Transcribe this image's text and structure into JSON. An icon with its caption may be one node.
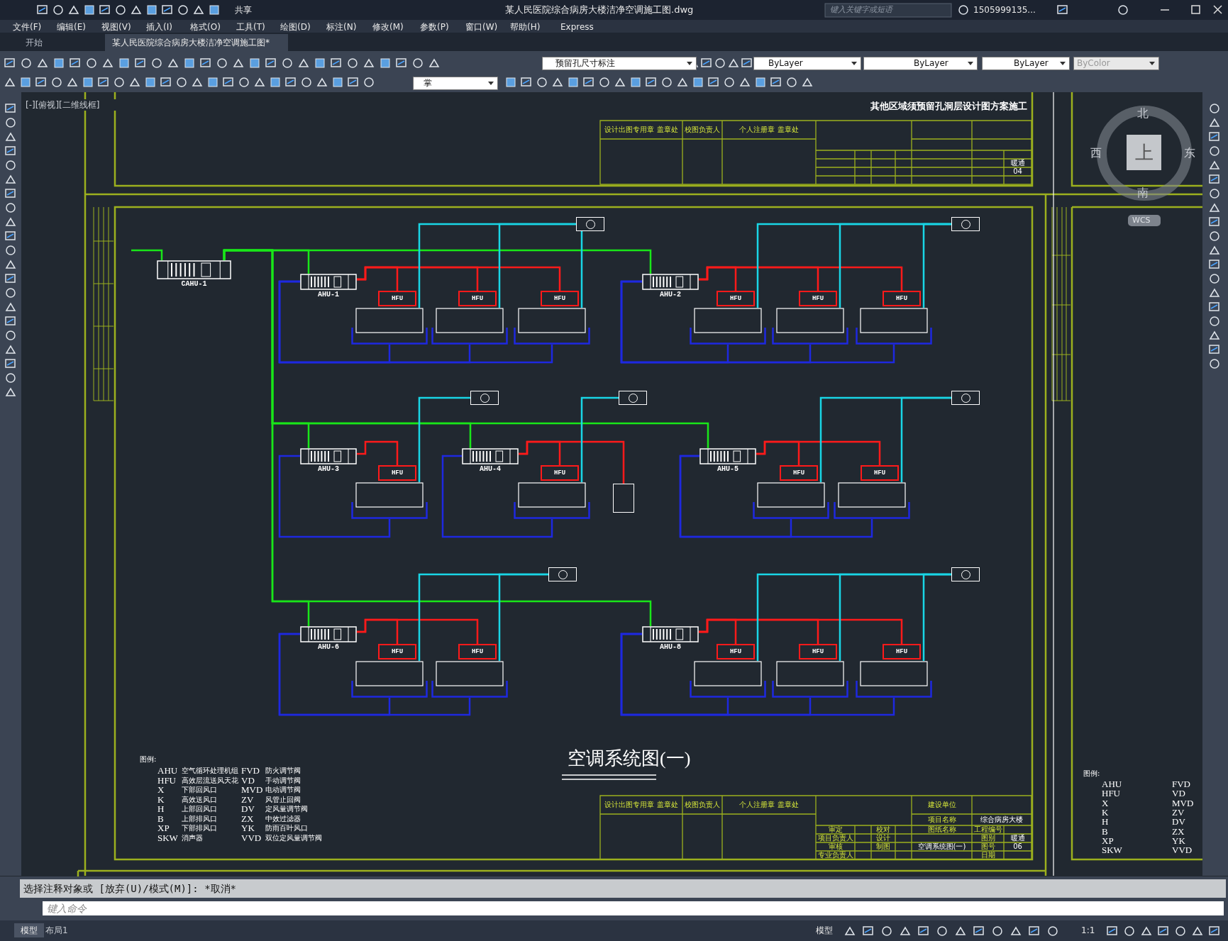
{
  "diagram": {
    "title": "空调系统图(一)",
    "nodes": [
      {
        "text": [
          "CAHU-1"
        ]
      },
      {
        "text": [
          "AHU-1"
        ]
      },
      {
        "text": [
          "AHU-2"
        ]
      },
      {
        "text": [
          "AHU-3"
        ]
      },
      {
        "text": [
          "AHU-4"
        ]
      },
      {
        "text": [
          "AHU-5"
        ]
      },
      {
        "text": [
          "AHU-6"
        ]
      },
      {
        "text": [
          "AHU-8"
        ]
      },
      {
        "text": [
          "HFU"
        ]
      },
      {
        "text": [
          "HFU"
        ]
      },
      {
        "text": [
          "HFU"
        ]
      },
      {
        "text": [
          "HFU"
        ]
      },
      {
        "text": [
          "HFU"
        ]
      },
      {
        "text": [
          "HFU"
        ]
      },
      {
        "text": [
          "HFU"
        ]
      },
      {
        "text": [
          "HFU"
        ]
      },
      {
        "text": [
          "HFU"
        ]
      },
      {
        "text": [
          "HFU"
        ]
      },
      {
        "text": [
          "HFU"
        ]
      },
      {
        "text": [
          "HFU"
        ]
      },
      {
        "text": [
          "HFU"
        ]
      },
      {
        "text": [
          "HFU"
        ]
      },
      {
        "text": [
          "HFU"
        ]
      },
      {
        "text": [],
        "shape": "box"
      },
      {
        "text": [],
        "shape": "box"
      },
      {
        "text": [],
        "shape": "box"
      },
      {
        "text": [],
        "shape": "box"
      },
      {
        "text": [],
        "shape": "box"
      },
      {
        "text": [],
        "shape": "box"
      },
      {
        "text": [],
        "shape": "box"
      },
      {
        "text": [],
        "shape": "box"
      },
      {
        "text": [],
        "shape": "box"
      },
      {
        "text": [],
        "shape": "box"
      },
      {
        "text": [],
        "shape": "box"
      },
      {
        "text": [],
        "shape": "box"
      },
      {
        "text": [],
        "shape": "box"
      },
      {
        "text": [],
        "shape": "box"
      },
      {
        "text": [],
        "shape": "box"
      },
      {
        "text": [],
        "shape": "box"
      },
      {
        "text": [],
        "shape": "box"
      },
      {
        "text": [],
        "shape": "box"
      },
      {
        "text": [],
        "shape": "box"
      },
      {
        "text": [],
        "shape": "box"
      },
      {
        "text": [],
        "shape": "box"
      },
      {
        "text": [],
        "shape": "box"
      },
      {
        "text": [],
        "shape": "box"
      }
    ],
    "edges": [
      {
        "from": 0,
        "to": 1,
        "arrow": "none",
        "color": "#19e619"
      },
      {
        "from": 0,
        "to": 2,
        "arrow": "none",
        "color": "#19e619"
      },
      {
        "from": 0,
        "to": 3,
        "arrow": "none",
        "color": "#19e619"
      },
      {
        "from": 0,
        "to": 4,
        "arrow": "none",
        "color": "#19e619"
      },
      {
        "from": 0,
        "to": 5,
        "arrow": "none",
        "color": "#19e619"
      },
      {
        "from": 0,
        "to": 6,
        "arrow": "none",
        "color": "#19e619"
      },
      {
        "from": 0,
        "to": 7,
        "arrow": "none",
        "color": "#19e619"
      },
      {
        "from": 1,
        "to": 8,
        "arrow": "none"
      },
      {
        "from": 1,
        "to": 9,
        "arrow": "none"
      },
      {
        "from": 1,
        "to": 10,
        "arrow": "none"
      },
      {
        "from": 2,
        "to": 11,
        "arrow": "none"
      },
      {
        "from": 2,
        "to": 12,
        "arrow": "none"
      },
      {
        "from": 2,
        "to": 13,
        "arrow": "none"
      },
      {
        "from": 3,
        "to": 14,
        "arrow": "none"
      },
      {
        "from": 4,
        "to": 15,
        "arrow": "none"
      },
      {
        "from": 5,
        "to": 16,
        "arrow": "none"
      },
      {
        "from": 5,
        "to": 17,
        "arrow": "none"
      },
      {
        "from": 6,
        "to": 18,
        "arrow": "none"
      },
      {
        "from": 6,
        "to": 19,
        "arrow": "none"
      },
      {
        "from": 7,
        "to": 20,
        "arrow": "none"
      },
      {
        "from": 7,
        "to": 21,
        "arrow": "none"
      },
      {
        "from": 7,
        "to": 22,
        "arrow": "none"
      },
      {
        "from": 4,
        "to": 45,
        "arrow": "none"
      },
      {
        "from": 23,
        "to": 38,
        "arrow": "none",
        "color": "#19d6e6"
      },
      {
        "from": 24,
        "to": 38,
        "arrow": "none",
        "color": "#19d6e6"
      },
      {
        "from": 25,
        "to": 38,
        "arrow": "none",
        "color": "#19d6e6"
      },
      {
        "from": 26,
        "to": 39,
        "arrow": "none",
        "color": "#19d6e6"
      },
      {
        "from": 27,
        "to": 39,
        "arrow": "none",
        "color": "#19d6e6"
      },
      {
        "from": 28,
        "to": 39,
        "arrow": "none",
        "color": "#19d6e6"
      },
      {
        "from": 29,
        "to": 40,
        "arrow": "none",
        "color": "#19d6e6"
      },
      {
        "from": 30,
        "to": 41,
        "arrow": "none",
        "color": "#19d6e6"
      },
      {
        "from": 31,
        "to": 42,
        "arrow": "none",
        "color": "#19d6e6"
      },
      {
        "from": 32,
        "to": 42,
        "arrow": "none",
        "color": "#19d6e6"
      },
      {
        "from": 33,
        "to": 43,
        "arrow": "none",
        "color": "#19d6e6"
      },
      {
        "from": 34,
        "to": 43,
        "arrow": "none",
        "color": "#19d6e6"
      },
      {
        "from": 35,
        "to": 44,
        "arrow": "none",
        "color": "#19d6e6"
      },
      {
        "from": 36,
        "to": 44,
        "arrow": "none",
        "color": "#19d6e6"
      },
      {
        "from": 37,
        "to": 44,
        "arrow": "none",
        "color": "#19d6e6"
      },
      {
        "from": 23,
        "to": 1,
        "arrow": "none",
        "color": "#1e28e0"
      },
      {
        "from": 24,
        "to": 1,
        "arrow": "none",
        "color": "#1e28e0"
      },
      {
        "from": 25,
        "to": 1,
        "arrow": "none",
        "color": "#1e28e0"
      },
      {
        "from": 26,
        "to": 2,
        "arrow": "none",
        "color": "#1e28e0"
      },
      {
        "from": 27,
        "to": 2,
        "arrow": "none",
        "color": "#1e28e0"
      },
      {
        "from": 28,
        "to": 2,
        "arrow": "none",
        "color": "#1e28e0"
      },
      {
        "from": 29,
        "to": 3,
        "arrow": "none",
        "color": "#1e28e0"
      },
      {
        "from": 30,
        "to": 4,
        "arrow": "none",
        "color": "#1e28e0"
      },
      {
        "from": 31,
        "to": 5,
        "arrow": "none",
        "color": "#1e28e0"
      },
      {
        "from": 32,
        "to": 5,
        "arrow": "none",
        "color": "#1e28e0"
      },
      {
        "from": 33,
        "to": 6,
        "arrow": "none",
        "color": "#1e28e0"
      },
      {
        "from": 34,
        "to": 6,
        "arrow": "none",
        "color": "#1e28e0"
      },
      {
        "from": 35,
        "to": 7,
        "arrow": "none",
        "color": "#1e28e0"
      },
      {
        "from": 36,
        "to": 7,
        "arrow": "none",
        "color": "#1e28e0"
      },
      {
        "from": 37,
        "to": 7,
        "arrow": "none",
        "color": "#1e28e0"
      }
    ],
    "labels": [
      "共享",
      "某人民医院综合病房大楼洁净空调施工图.dwg",
      "键入关键字或短语",
      "1505999135...",
      "文件(F)",
      "编辑(E)",
      "视图(V)",
      "插入(I)",
      "格式(O)",
      "工具(T)",
      "绘图(D)",
      "标注(N)",
      "修改(M)",
      "参数(P)",
      "窗口(W)",
      "帮助(H)",
      "Express",
      "开始",
      "某人民医院综合病房大楼洁净空调施工图*",
      "预留孔尺寸标注",
      "ByLayer",
      "ByLayer",
      "ByLayer",
      "ByColor",
      "掌",
      "[-][俯视][二维线框]",
      "北",
      "西",
      "上",
      "东",
      "南",
      "WCS",
      "其他区域须预留孔洞层设计图方案施工",
      "设计出图专用章 盖章处",
      "校图负责人",
      "个人注册章 盖章处",
      "暖通",
      "04",
      "图例:",
      "AHU",
      "空气循环处理机组",
      "FVD",
      "防火调节阀",
      "HFU",
      "高效层流送风天花",
      "VD",
      "手动调节阀",
      "X",
      "下部回风口",
      "MVD",
      "电动调节阀",
      "K",
      "高效送风口",
      "ZV",
      "风管止回阀",
      "H",
      "上部回风口",
      "DV",
      "定风量调节阀",
      "B",
      "上部排风口",
      "ZX",
      "中效过滤器",
      "XP",
      "下部排风口",
      "YK",
      "防雨百叶风口",
      "SKW",
      "消声器",
      "VVD",
      "双位定风量调节阀",
      "设计出图专用章 盖章处",
      "校图负责人",
      "个人注册章 盖章处",
      "建设单位",
      "项目名称",
      "综合病房大楼",
      "审定",
      "校对",
      "图纸名称",
      "工程编号",
      "项目负责人",
      "设计",
      "空调系统图(一)",
      "图别",
      "暖通",
      "审核",
      "制图",
      "图号",
      "06",
      "专业负责人",
      "日期",
      "图例:",
      "AHU",
      "FVD",
      "HFU",
      "VD",
      "X",
      "MVD",
      "K",
      "ZV",
      "H",
      "DV",
      "B",
      "ZX",
      "XP",
      "YK",
      "SKW",
      "VVD",
      "选择注释对象或 [放弃(U)/模式(M)]: *取消*",
      "键入命令",
      "模型",
      "布局1",
      "模型",
      "1:1"
    ]
  }
}
